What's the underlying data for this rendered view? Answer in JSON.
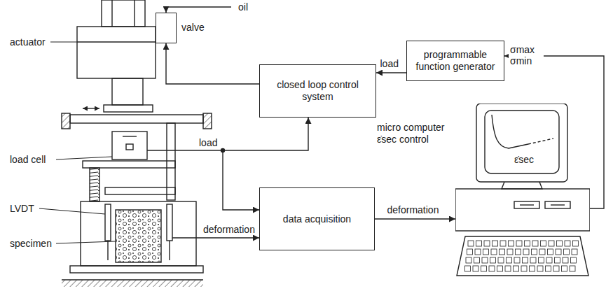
{
  "diagram": {
    "nodes": [
      {
        "text": [
          "valve"
        ]
      },
      {
        "text": [
          "closed loop control system"
        ]
      },
      {
        "text": [
          "programmable function generator"
        ]
      },
      {
        "text": [
          "data acquisition"
        ]
      },
      {
        "text": [
          "micro computer ε̇sec control",
          "ε̇sec"
        ]
      }
    ],
    "edges": [
      {
        "from": 4,
        "to": 2,
        "label": "σmax σmin",
        "arrow": "to"
      },
      {
        "from": 2,
        "to": 1,
        "label": "load",
        "arrow": "to"
      },
      {
        "from": 1,
        "to": 0,
        "arrow": "to"
      },
      {
        "from": 3,
        "to": 4,
        "label": "deformation",
        "arrow": "to"
      }
    ],
    "labels": [
      "oil",
      "actuator",
      "load cell",
      "LVDT",
      "specimen",
      "load",
      "deformation"
    ]
  }
}
